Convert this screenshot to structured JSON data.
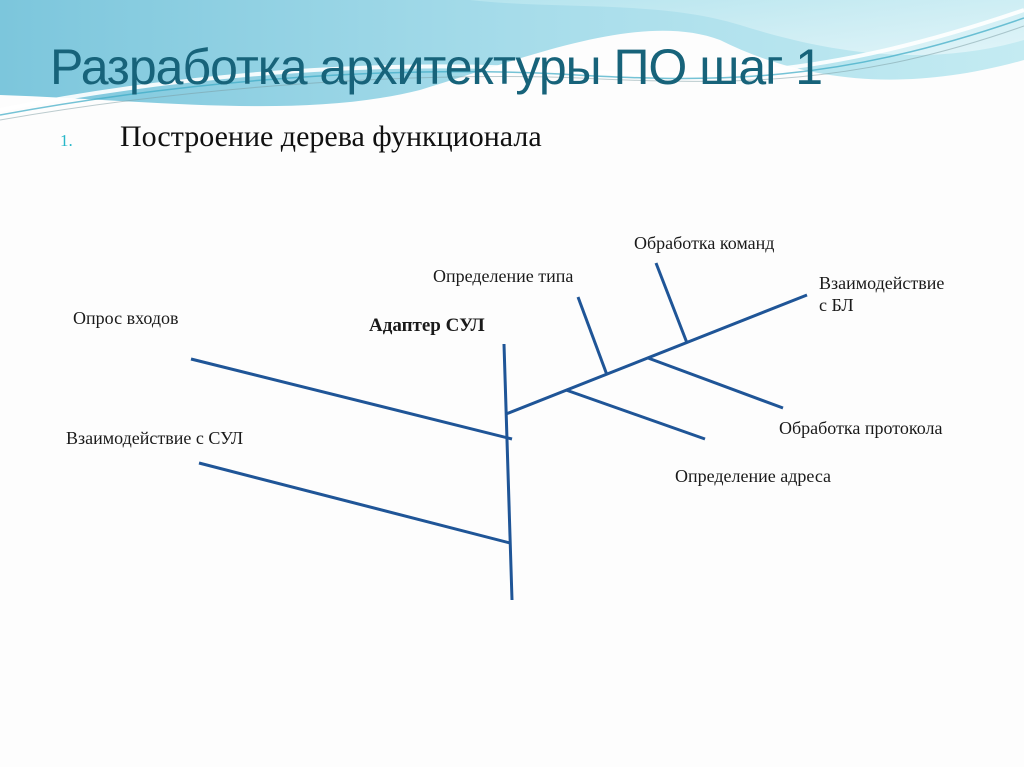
{
  "slide": {
    "title": "Разработка архитектуры ПО шаг 1",
    "list": {
      "number": "1.",
      "item": "Построение дерева функционала"
    }
  },
  "colors": {
    "title": "#17637a",
    "accent": "#27b7c9",
    "line": "#1f5597",
    "header_wave": "#8fd3e3"
  },
  "diagram": {
    "root": "Адаптер СУЛ",
    "nodes": {
      "polling_inputs": "Опрос входов",
      "sul_interaction": "Взаимодействие с СУЛ",
      "type_detection": "Определение типа",
      "command_processing": "Обработка команд",
      "bl_interaction_line1": "Взаимодействие",
      "bl_interaction_line2": "с БЛ",
      "protocol_processing": "Обработка протокола",
      "address_detection": "Определение адреса"
    }
  }
}
